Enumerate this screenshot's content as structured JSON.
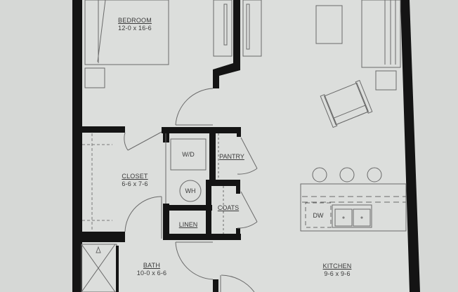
{
  "rooms": {
    "bedroom": {
      "name": "BEDROOM",
      "dims": "12-0 x 16-6"
    },
    "closet": {
      "name": "CLOSET",
      "dims": "6-6 x 7-6"
    },
    "bath": {
      "name": "BATH",
      "dims": "10-0 x 6-6"
    },
    "kitchen": {
      "name": "KITCHEN",
      "dims": "9-6 x 9-6"
    }
  },
  "fixtures": {
    "washer_dryer": "W/D",
    "water_heater": "WH",
    "pantry": "PANTRY",
    "coats": "COATS",
    "linen": "LINEN",
    "dishwasher": "DW"
  },
  "colors": {
    "paper": "#d6d8d6",
    "wall": "#141414",
    "line": "#6a6a6a"
  }
}
